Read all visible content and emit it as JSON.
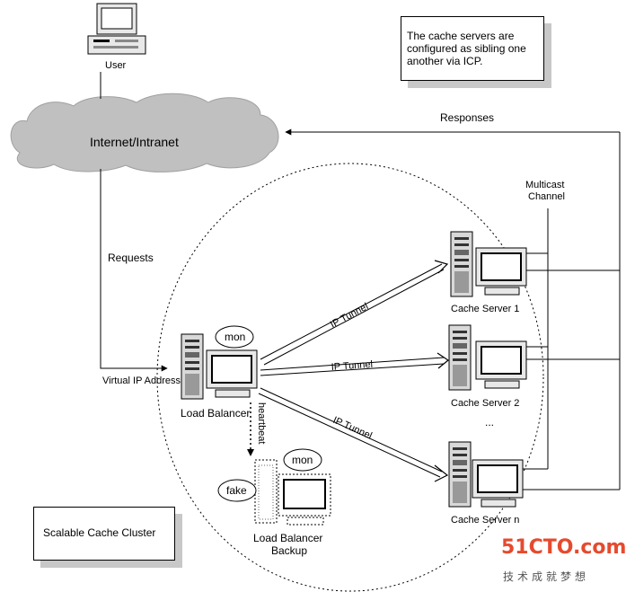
{
  "labels": {
    "user": "User",
    "internet": "Internet/Intranet",
    "responses": "Responses",
    "requests": "Requests",
    "virtual_ip": "Virtual IP Address",
    "load_balancer": "Load Balancer",
    "heartbeat": "heartbeat",
    "mon_primary": "mon",
    "mon_backup": "mon",
    "fake": "fake",
    "backup_line1": "Load Balancer",
    "backup_line2": "Backup",
    "multicast_line1": "Multicast",
    "multicast_line2": "Channel",
    "cache1": "Cache Server 1",
    "cache2": "Cache Server 2",
    "cachen": "Cache Server n",
    "ellipsis": "...",
    "tunnel1": "IP Tunnel",
    "tunnel2": "IP Tunnel",
    "tunnel3": "IP Tunnel"
  },
  "note": "The cache servers are configured as sibling one another via ICP.",
  "cluster_title": "Scalable Cache Cluster",
  "watermark": {
    "brand": "51CTO.com",
    "tagline": "技术成就梦想"
  }
}
